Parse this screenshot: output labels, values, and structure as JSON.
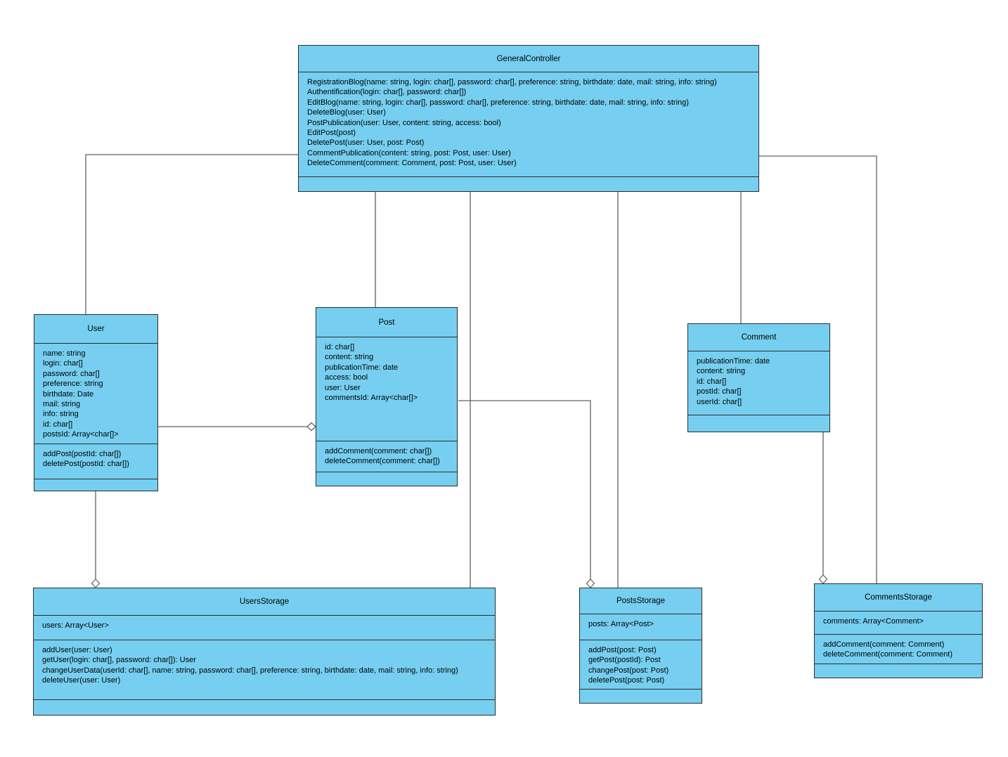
{
  "diagram": {
    "type": "uml-class-diagram",
    "colors": {
      "background": "#ffffff",
      "class_fill": "#76cff0",
      "class_border": "#2d2d2d",
      "connector": "#616161",
      "text": "#000000"
    }
  },
  "classes": {
    "general_controller": {
      "title": "GeneralController",
      "attributes": [],
      "methods": [
        "RegistrationBlog(name: string, login: char[], password: char[], preference: string, birthdate: date, mail: string, info: string)",
        "Authentification(login: char[], password: char[])",
        "EditBlog(name: string, login: char[], password: char[], preference: string, birthdate: date, mail: string, info: string)",
        "DeleteBlog(user: User)",
        "PostPublication(user: User, content: string, access: bool)",
        "EditPost(post)",
        "DeletePost(user: User, post: Post)",
        "CommentPublication(content: string, post: Post, user: User)",
        "DeleteComment(comment: Comment, post: Post, user: User)"
      ]
    },
    "user": {
      "title": "User",
      "attributes": [
        "name: string",
        "login: char[]",
        "password: char[]",
        "preference: string",
        "birthdate: Date",
        "mail: string",
        "info: string",
        "id: char[]",
        "postsId: Array<char[]>"
      ],
      "methods": [
        "addPost(postId: char[])",
        "deletePost(postId: char[])"
      ]
    },
    "post": {
      "title": "Post",
      "attributes": [
        "id: char[]",
        "content: string",
        "publicationTime: date",
        "access: bool",
        "user: User",
        "commentsId: Array<char[]>"
      ],
      "methods": [
        "addComment(comment: char[])",
        "deleteComment(comment: char[])"
      ]
    },
    "comment": {
      "title": "Comment",
      "attributes": [
        "publicationTime: date",
        "content: string",
        "id: char[]",
        "postId: char[]",
        "userId: char[]"
      ],
      "methods": []
    },
    "users_storage": {
      "title": "UsersStorage",
      "attributes": [
        "users: Array<User>"
      ],
      "methods": [
        "addUser(user: User)",
        "getUser(login: char[], password: char[]): User",
        "changeUserData(userId: char[], name: string, password: char[], preference: string, birthdate: date, mail: string, info: string)",
        "deleteUser(user: User)"
      ]
    },
    "posts_storage": {
      "title": "PostsStorage",
      "attributes": [
        "posts: Array<Post>"
      ],
      "methods": [
        "addPost(post: Post)",
        "getPost(postId): Post",
        "changePost(post: Post)",
        "deletePost(post: Post)"
      ]
    },
    "comments_storage": {
      "title": "CommentsStorage",
      "attributes": [
        "comments: Array<Comment>"
      ],
      "methods": [
        "addComment(comment: Comment)",
        "deleteComment(comment: Comment)"
      ]
    }
  },
  "relationships": [
    {
      "from": "GeneralController",
      "to": "User",
      "type": "association"
    },
    {
      "from": "GeneralController",
      "to": "Post",
      "type": "association"
    },
    {
      "from": "GeneralController",
      "to": "Comment",
      "type": "association"
    },
    {
      "from": "GeneralController",
      "to": "UsersStorage",
      "type": "association"
    },
    {
      "from": "GeneralController",
      "to": "PostsStorage",
      "type": "association"
    },
    {
      "from": "GeneralController",
      "to": "CommentsStorage",
      "type": "association"
    },
    {
      "from": "User",
      "to": "Post",
      "type": "aggregation"
    },
    {
      "from": "User",
      "to": "UsersStorage",
      "type": "aggregation"
    },
    {
      "from": "Post",
      "to": "PostsStorage",
      "type": "aggregation"
    },
    {
      "from": "Comment",
      "to": "CommentsStorage",
      "type": "aggregation"
    }
  ]
}
